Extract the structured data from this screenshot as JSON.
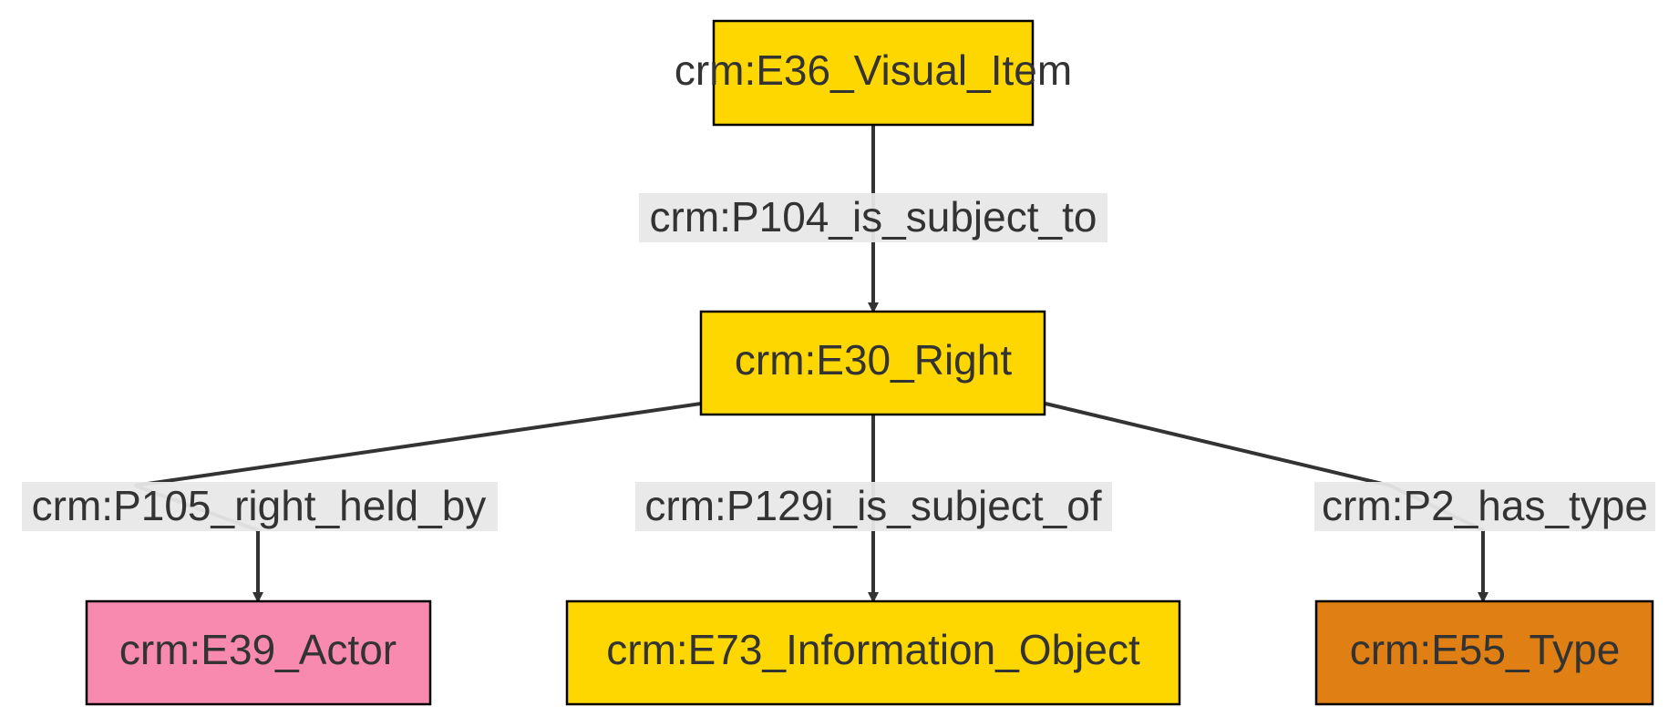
{
  "nodes": {
    "visual_item": {
      "label": "crm:E36_Visual_Item",
      "fill": "#FFD700"
    },
    "right": {
      "label": "crm:E30_Right",
      "fill": "#FFD700"
    },
    "actor": {
      "label": "crm:E39_Actor",
      "fill": "#F78AAE"
    },
    "information_object": {
      "label": "crm:E73_Information_Object",
      "fill": "#FFD700"
    },
    "type": {
      "label": "crm:E55_Type",
      "fill": "#E08014"
    }
  },
  "edges": {
    "is_subject_to": {
      "label": "crm:P104_is_subject_to",
      "from": "visual_item",
      "to": "right"
    },
    "right_held_by": {
      "label": "crm:P105_right_held_by",
      "from": "right",
      "to": "actor"
    },
    "is_subject_of": {
      "label": "crm:P129i_is_subject_of",
      "from": "right",
      "to": "information_object"
    },
    "has_type": {
      "label": "crm:P2_has_type",
      "from": "right",
      "to": "type"
    }
  },
  "colors": {
    "edge": "#333333",
    "node_border": "#000000",
    "text": "#333333",
    "label_background": "#E8E8E8"
  }
}
